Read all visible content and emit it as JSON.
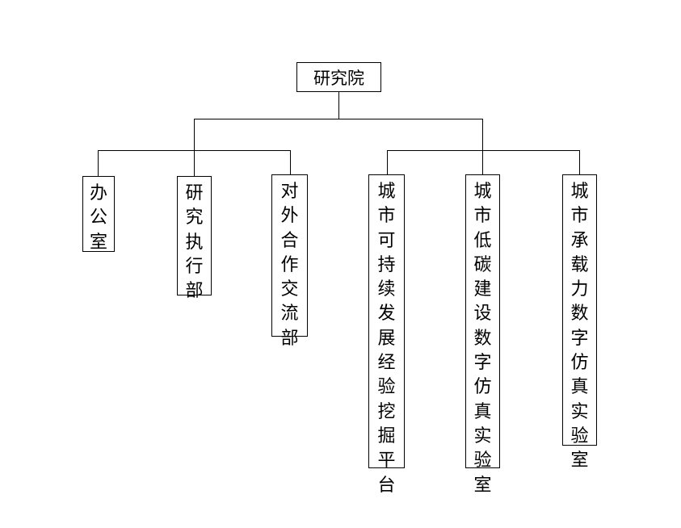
{
  "root": {
    "label": "研究院"
  },
  "branches": [
    {
      "children": [
        {
          "label": "办公室"
        },
        {
          "label": "研究执行部"
        },
        {
          "label": "对外合作交流部"
        }
      ]
    },
    {
      "children": [
        {
          "label": "城市可持续发展经验挖掘平台"
        },
        {
          "label": "城市低碳建设数字仿真实验室"
        },
        {
          "label": "城市承载力数字仿真实验室"
        }
      ]
    }
  ],
  "colors": {
    "line": "#000000",
    "box_border": "#000000",
    "text": "#000000",
    "background": "#ffffff"
  }
}
